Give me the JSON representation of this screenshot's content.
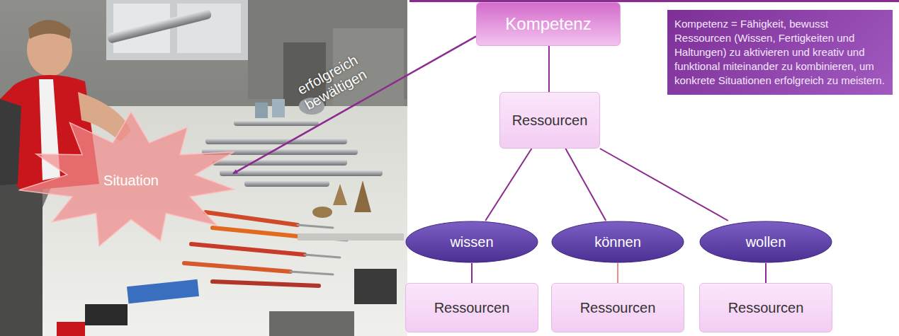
{
  "diagram": {
    "nodes": [
      {
        "text": [
          "Situation"
        ]
      },
      {
        "text": [
          "Kompetenz"
        ]
      },
      {
        "text": [
          "Kompetenz = Fähigkeit, bewusst Ressourcen (Wissen, Fertigkeiten und Haltungen) zu aktivieren und kreativ und funktional miteinander zu kombinieren, um konkrete Situationen erfolgreich zu meistern."
        ]
      },
      {
        "text": [
          "Ressourcen"
        ]
      },
      {
        "text": [
          "wissen"
        ]
      },
      {
        "text": [
          "können"
        ]
      },
      {
        "text": [
          "wollen"
        ]
      },
      {
        "text": [
          "Ressourcen"
        ]
      },
      {
        "text": [
          "Ressourcen"
        ]
      },
      {
        "text": [
          "Ressourcen"
        ]
      }
    ],
    "edges": [
      {
        "from": 1,
        "to": 0,
        "arrow": "to",
        "label": "erfolgreich bewältigen"
      },
      {
        "from": 1,
        "to": 3,
        "arrow": "none"
      },
      {
        "from": 3,
        "to": 4,
        "arrow": "none"
      },
      {
        "from": 3,
        "to": 5,
        "arrow": "none"
      },
      {
        "from": 3,
        "to": 6,
        "arrow": "none"
      },
      {
        "from": 4,
        "to": 7,
        "arrow": "none"
      },
      {
        "from": 5,
        "to": 8,
        "arrow": "none"
      },
      {
        "from": 6,
        "to": 9,
        "arrow": "none"
      }
    ]
  }
}
